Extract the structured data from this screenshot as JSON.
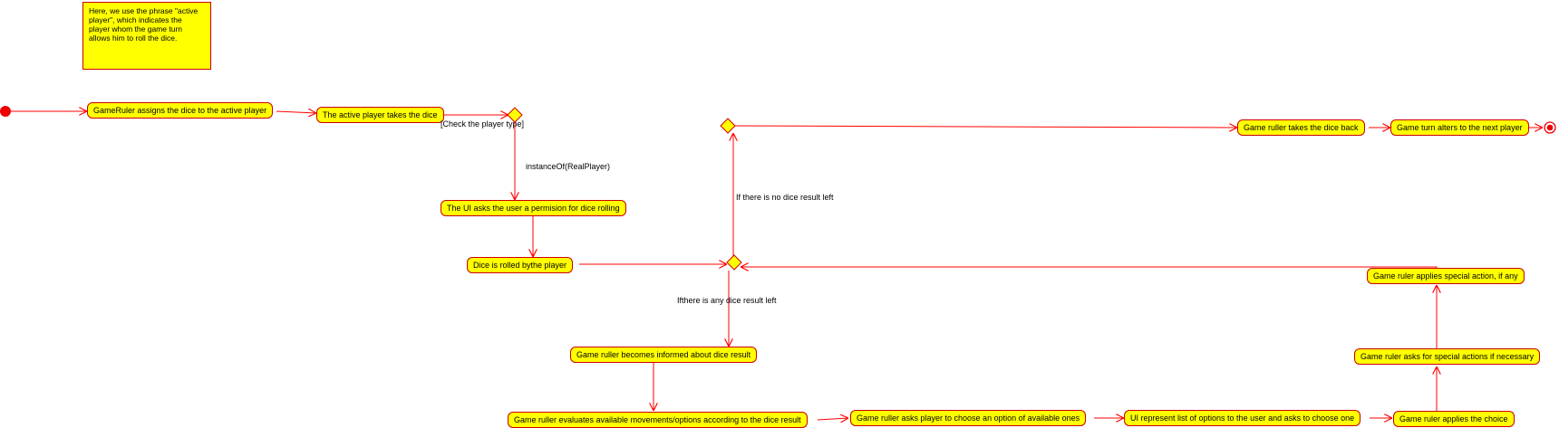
{
  "note": {
    "text": " Here, we use the phrase \"active player\", which indicates the player whom the game turn allows him to roll the dice."
  },
  "nodes": {
    "assign_dice": "GameRuler assigns the dice to the active player",
    "take_dice": "The active player takes the dice",
    "ask_permission": "The UI asks the user a permision for dice rolling",
    "dice_rolled": "Dice is rolled bythe player",
    "informed": "Game ruller becomes informed about dice result",
    "evaluates": "Game ruller evaluates available movements/options according to the dice result",
    "asks_choose": "Game ruller asks player to choose an option of available ones",
    "ui_list": "UI represent list of options to the user and asks to choose one",
    "applies_choice": "Game ruler applies the choice",
    "asks_special": "Game ruler asks for special actions if necessary",
    "applies_special": "Game ruler applies special action, if any",
    "takes_back": "Game ruller takes the dice back",
    "turn_alters": "Game turn alters to the next player"
  },
  "guards": {
    "check_type": "[Check the player type]",
    "instance_of": "instanceOf(RealPlayer)",
    "no_result_left": "If there is no dice result left",
    "any_result_left": "Ifthere is any dice result left"
  },
  "colors": {
    "node_fill": "#ffff00",
    "node_border": "#cc0000",
    "edge": "#ff0000",
    "start": "#ee0000"
  }
}
